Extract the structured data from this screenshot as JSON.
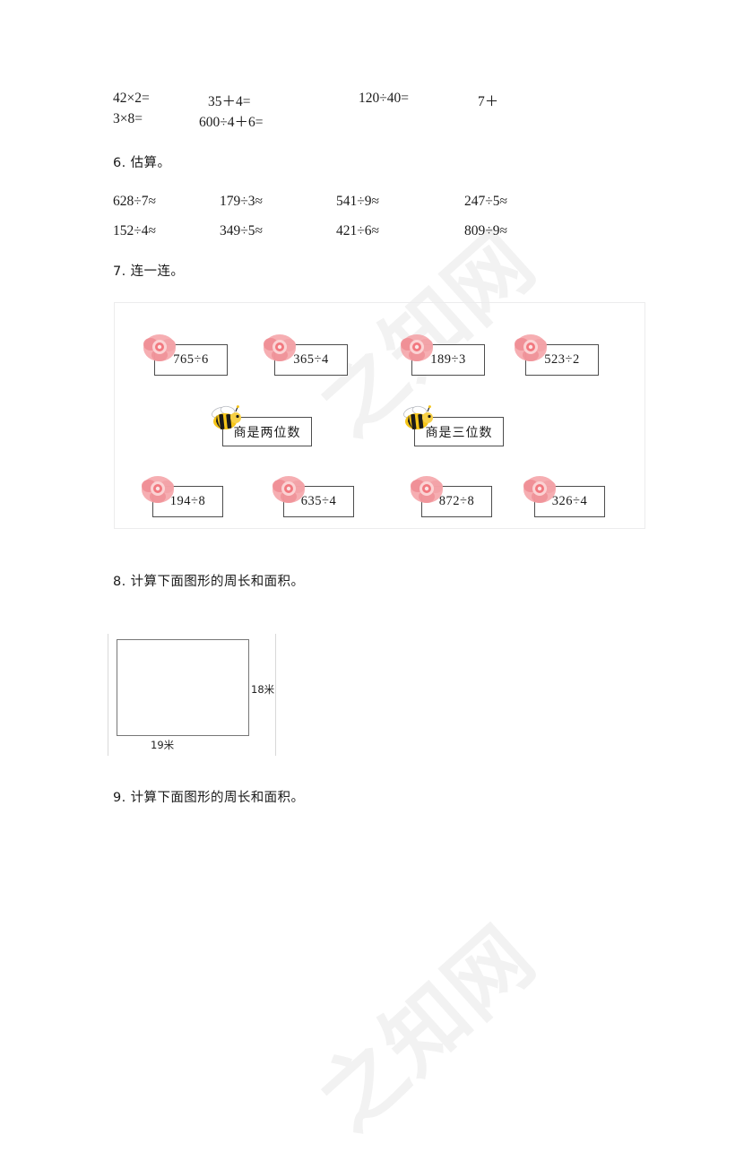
{
  "document": {
    "watermark_text": "之知网",
    "page_background": "#ffffff"
  },
  "exercises": {
    "oral_calc_row1": [
      {
        "text": "42×2="
      },
      {
        "text": "35＋4="
      },
      {
        "text": "120÷40="
      },
      {
        "text": "7＋"
      }
    ],
    "oral_calc_row2": [
      {
        "text": "3×8="
      },
      {
        "text": "600÷4＋6="
      }
    ],
    "section6": {
      "title": "6. 估算。",
      "row1": [
        "628÷7≈",
        "179÷3≈",
        "541÷9≈",
        "247÷5≈"
      ],
      "row2": [
        "152÷4≈",
        "349÷5≈",
        "421÷6≈",
        "809÷9≈"
      ]
    },
    "section7": {
      "title": "7. 连一连。",
      "top_row": [
        {
          "label": "765÷6",
          "icon": "rose-icon"
        },
        {
          "label": "365÷4",
          "icon": "rose-icon"
        },
        {
          "label": "189÷3",
          "icon": "rose-icon"
        },
        {
          "label": "523÷2",
          "icon": "rose-icon"
        }
      ],
      "middle_row": [
        {
          "label": "商是两位数",
          "icon": "bee-icon"
        },
        {
          "label": "商是三位数",
          "icon": "bee-icon"
        }
      ],
      "bottom_row": [
        {
          "label": "194÷8",
          "icon": "rose-icon"
        },
        {
          "label": "635÷4",
          "icon": "rose-icon"
        },
        {
          "label": "872÷8",
          "icon": "rose-icon"
        },
        {
          "label": "326÷4",
          "icon": "rose-icon"
        }
      ]
    },
    "section8": {
      "title": "8. 计算下面图形的周长和面积。",
      "figure": {
        "shape": "rectangle",
        "height_label": "18米",
        "width_label": "19米"
      }
    },
    "section9": {
      "title": "9. 计算下面图形的周长和面积。"
    }
  }
}
